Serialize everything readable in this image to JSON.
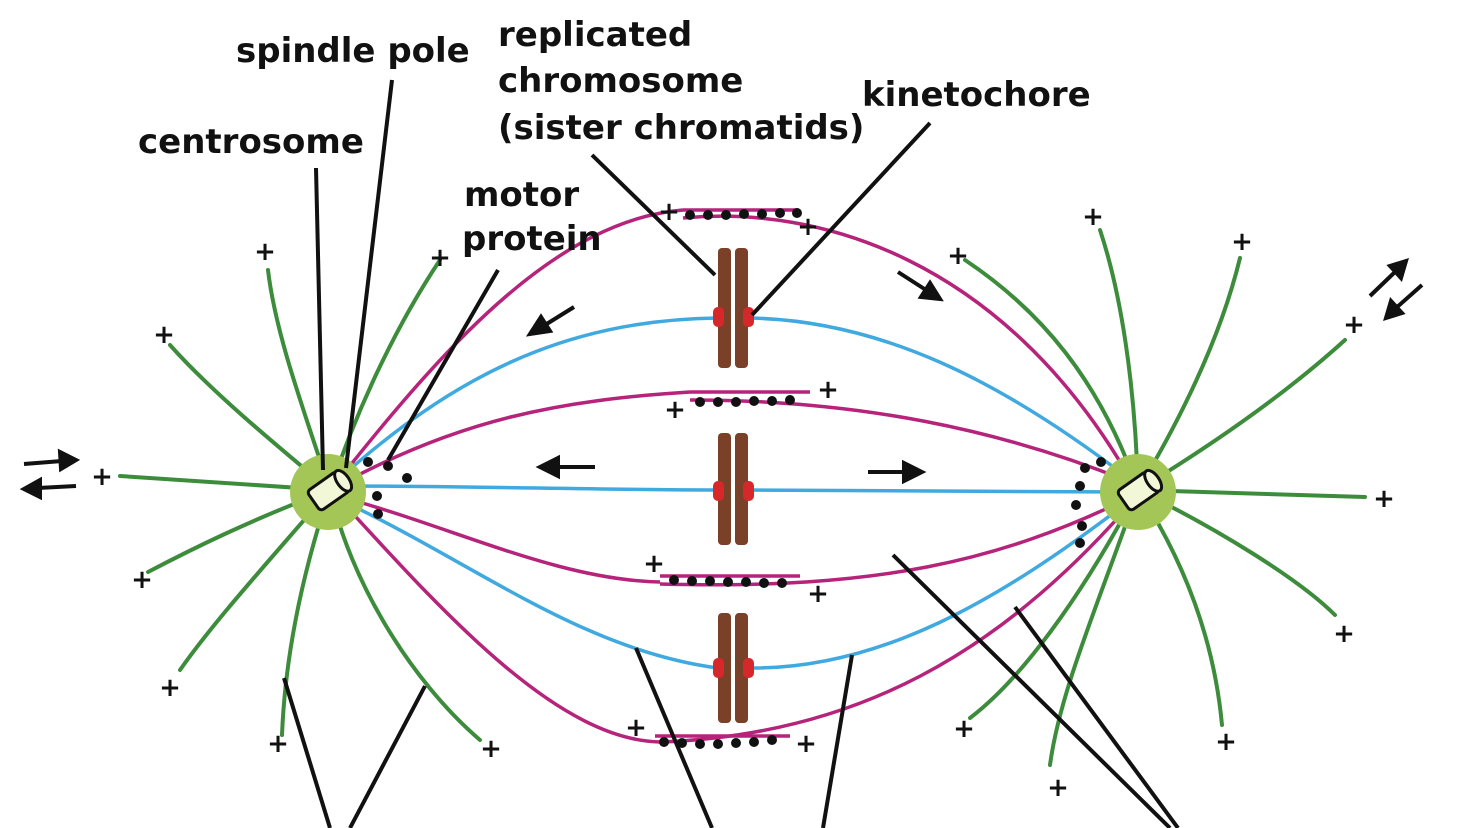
{
  "labels": {
    "spindle_pole": "spindle pole",
    "replicated_1": "replicated",
    "replicated_2": "chromosome",
    "replicated_3": "(sister chromatids)",
    "kinetochore": "kinetochore",
    "centrosome": "centrosome",
    "motor_1": "motor",
    "motor_2": "protein"
  },
  "plus_sign": "+",
  "colors": {
    "astral_microtubule": "#3c8c3c",
    "kinetochore_microtubule": "#3fa9e0",
    "interpolar_microtubule": "#b5237a",
    "centrosome_body": "#a4c656",
    "chromatid": "#7a4128",
    "kinetochore": "#d6282b",
    "motor_protein": "#111111",
    "leader_line": "#111111"
  },
  "icons": [
    "centriole-icon",
    "double-arrow-icon",
    "arrow-icon"
  ]
}
